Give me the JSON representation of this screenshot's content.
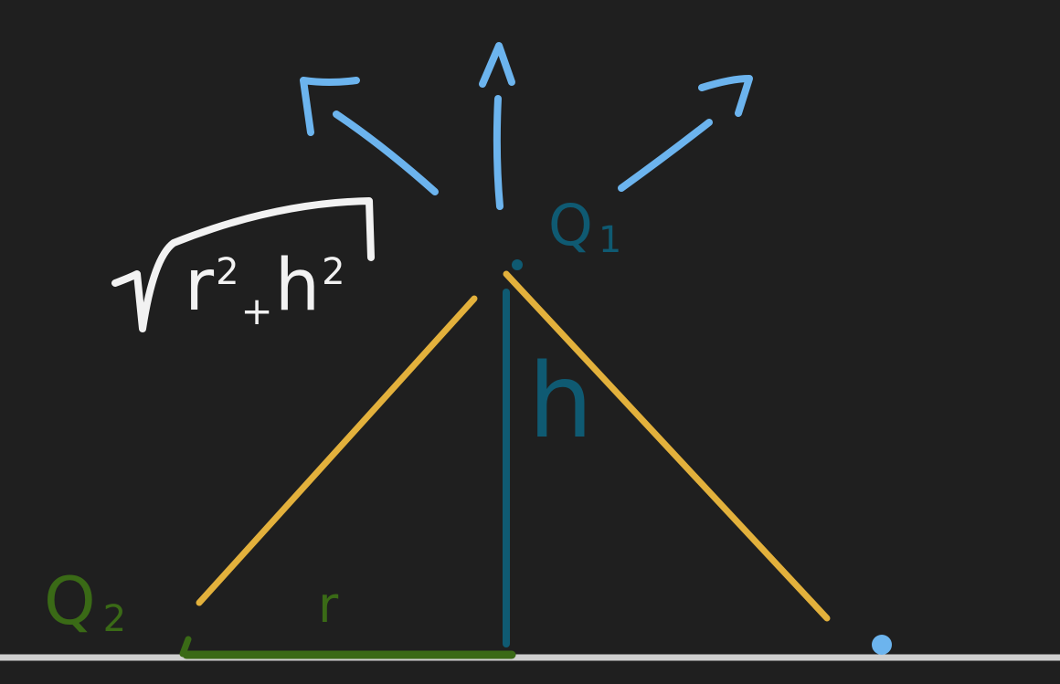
{
  "labels": {
    "q1": "Q",
    "q1_sub": "1",
    "q2": "Q",
    "q2_sub": "2",
    "height": "h",
    "radius": "r",
    "hyp_r": "r",
    "hyp_r_exp": "2",
    "hyp_plus": "+",
    "hyp_h": "h",
    "hyp_h_exp": "2"
  },
  "colors": {
    "background": "#1f1f1f",
    "ground": "#cfcfcf",
    "arrows": "#6cb4ee",
    "height_line": "#0f5a72",
    "hypotenuse": "#e3b13c",
    "radius_line": "#3a6a16",
    "sqrt_expression": "#f2f2f2"
  }
}
